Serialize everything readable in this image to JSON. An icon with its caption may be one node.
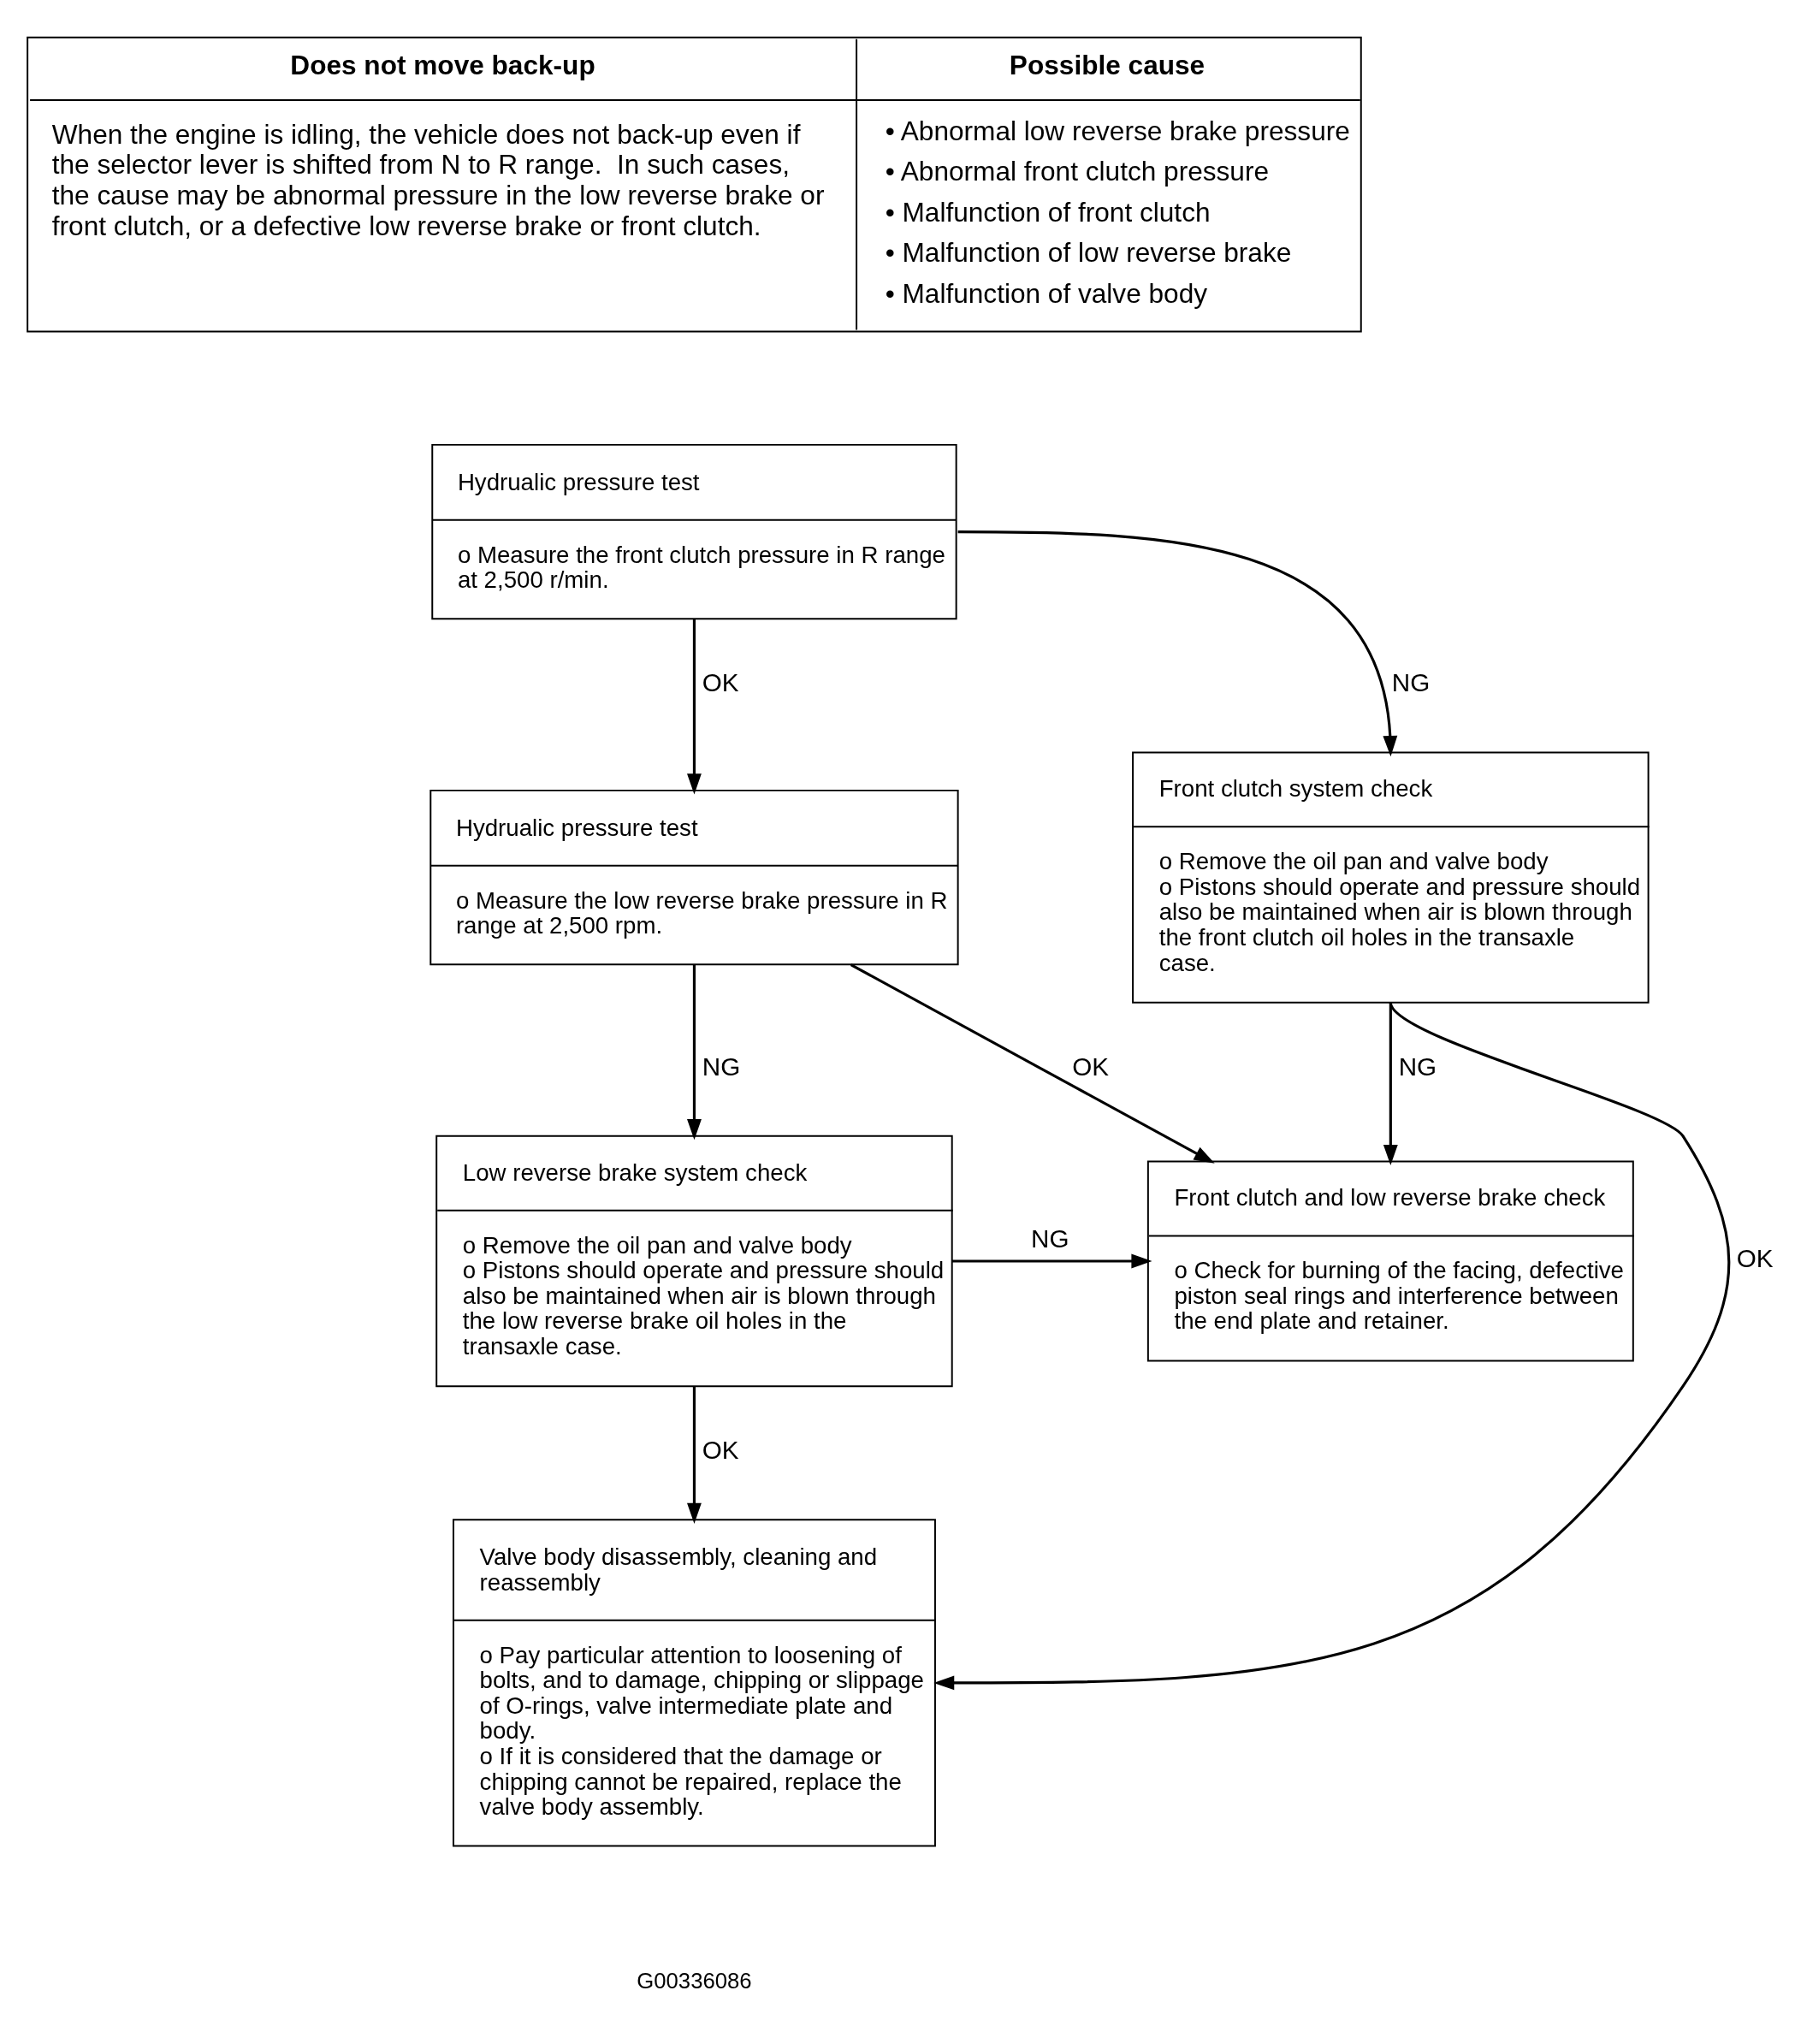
{
  "diagram": {
    "nodes": [
      {
        "text": [
          "Hydrualic pressure test",
          "o Measure the front clutch pressure in R range at 2,500 r/min."
        ]
      },
      {
        "text": [
          "Hydrualic pressure test",
          "o Measure the low reverse brake pressure in R range at 2,500 rpm."
        ]
      },
      {
        "text": [
          "Front clutch system check",
          "o Remove the oil pan and valve body",
          "o Pistons should operate and pressure should also be maintained when air is blown through the front clutch oil holes in the transaxle case."
        ]
      },
      {
        "text": [
          "Low reverse brake system check",
          "o Remove the oil pan and valve body",
          "o Pistons should operate and pressure should also be maintained when air is blown through the low reverse brake oil holes in the transaxle case."
        ]
      },
      {
        "text": [
          "Front clutch and low reverse brake check",
          "o Check for burning of the facing, defective piston seal rings and interference between the end plate and retainer."
        ]
      },
      {
        "text": [
          "Valve body disassembly, cleaning and reassembly",
          "o Pay particular attention to loosening of bolts, and to damage, chipping or slippage of O-rings, valve intermediate plate and body.",
          "o If it is considered that the damage or chipping cannot be repaired, replace the valve body assembly."
        ]
      }
    ],
    "edges": [
      {
        "from": 0,
        "to": 2,
        "arrow": "to",
        "label": "NG"
      },
      {
        "from": 0,
        "to": 1,
        "arrow": "to",
        "label": "OK"
      },
      {
        "from": 1,
        "to": 3,
        "arrow": "to",
        "label": "NG"
      },
      {
        "from": 1,
        "to": 4,
        "arrow": "to",
        "label": "OK"
      },
      {
        "from": 2,
        "to": 4,
        "arrow": "to",
        "label": "NG"
      },
      {
        "from": 2,
        "to": 5,
        "arrow": "to",
        "label": "OK"
      },
      {
        "from": 3,
        "to": 4,
        "arrow": "to",
        "label": "NG"
      },
      {
        "from": 3,
        "to": 5,
        "arrow": "to",
        "label": "OK"
      }
    ],
    "labels": [
      "Does not move back-up",
      "Possible cause",
      "When the engine is idling, the vehicle does not back-up even if the selector lever is shifted from N to R range.  In such cases, the cause may be abnormal pressure in the low reverse brake or front clutch, or a defective low reverse brake or front clutch.",
      "• Abnormal low reverse brake pressure",
      "• Abnormal front clutch pressure",
      "• Malfunction of front clutch",
      "• Malfunction of low reverse brake",
      "• Malfunction of valve body",
      "G00336086"
    ]
  }
}
